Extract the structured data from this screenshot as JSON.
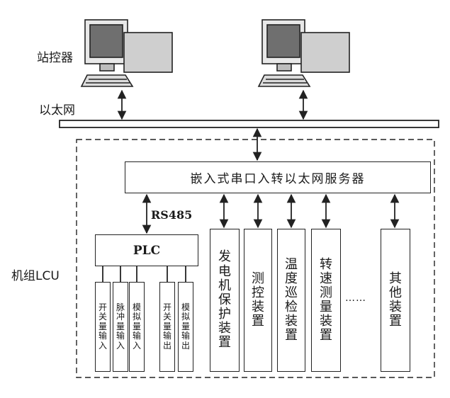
{
  "labels": {
    "station_controller": "站控器",
    "ethernet": "以太网",
    "unit_lcu": "机组LCU",
    "rs485": "RS485",
    "ellipsis": "……"
  },
  "server": {
    "label": "嵌入式串口入转以太网服务器"
  },
  "plc": {
    "label": "PLC",
    "io_modules": [
      "开关量输入",
      "脉冲量输入",
      "模拟量输入",
      "开关量输出",
      "模拟量输出"
    ]
  },
  "devices": [
    "发电机保护装置",
    "测控装置",
    "温度巡检装置",
    "转速测量装置",
    "其他装置"
  ],
  "icons": {
    "computer": "desktop-computer-icon"
  },
  "colors": {
    "line": "#222222",
    "monitor_screen": "#7a7a7a",
    "background": "#ffffff"
  }
}
